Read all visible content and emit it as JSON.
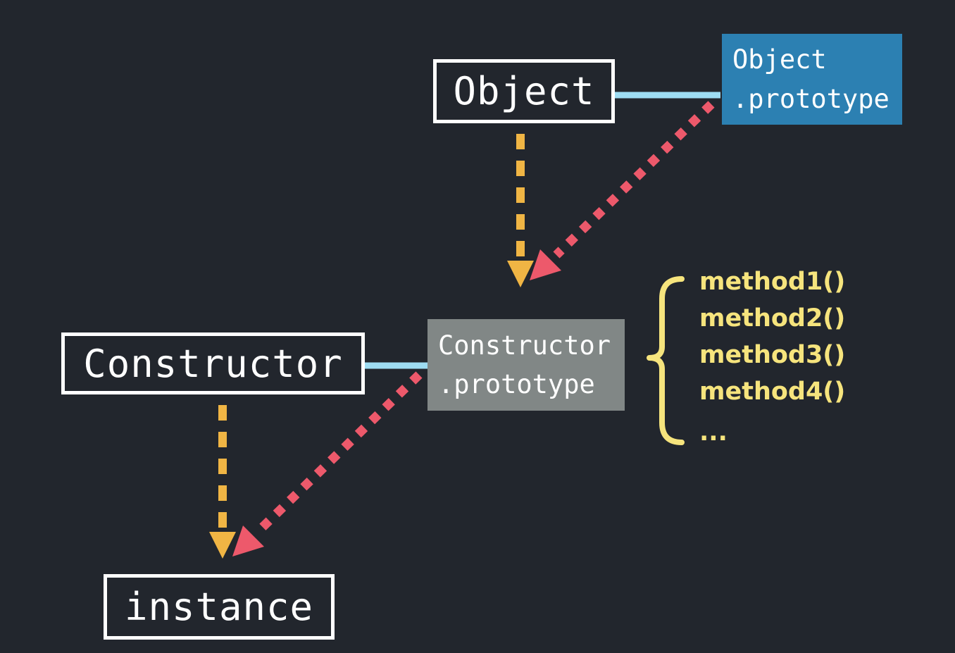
{
  "nodes": {
    "object": {
      "label": "Object"
    },
    "object_prototype": {
      "line1": "Object",
      "line2": ".prototype"
    },
    "constructor": {
      "label": "Constructor"
    },
    "constructor_prototype": {
      "line1": "Constructor",
      "line2": ".prototype"
    },
    "instance": {
      "label": "instance"
    }
  },
  "methods": {
    "items": [
      "method1()",
      "method2()",
      "method3()",
      "method4()",
      "..."
    ]
  },
  "colors": {
    "background": "#22262d",
    "box_border": "#ffffff",
    "box_text": "#ffffff",
    "object_prototype_bg": "#2c80b2",
    "constructor_prototype_bg": "#818786",
    "link_line": "#9edcf2",
    "dashed_arrow": "#f0b544",
    "dotted_arrow": "#ed596b",
    "methods_text": "#f6e47d",
    "brace": "#f6e47d"
  }
}
